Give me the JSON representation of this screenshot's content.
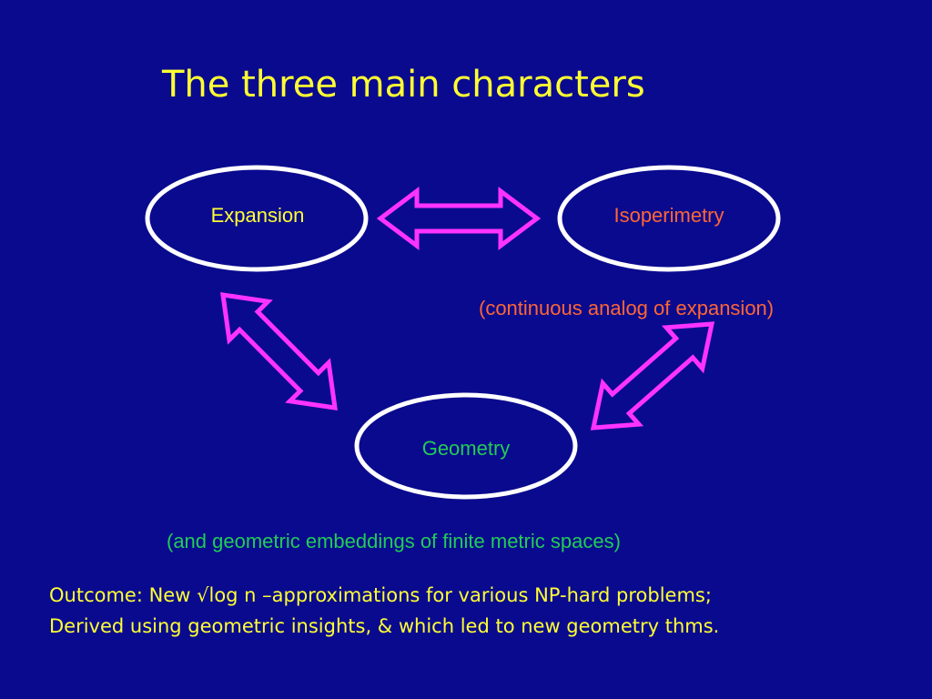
{
  "slide": {
    "title": "The three main characters"
  },
  "nodes": {
    "expansion": {
      "label": "Expansion"
    },
    "isoperimetry": {
      "label": "Isoperimetry"
    },
    "geometry": {
      "label": "Geometry"
    }
  },
  "notes": {
    "isoperimetry": "(continuous analog of expansion)",
    "geometry": "(and geometric embeddings of finite metric spaces)"
  },
  "outcome": {
    "line1_prefix": "Outcome: New",
    "line1_sqrt": "√",
    "line1_suffix": "log n –approximations for various NP-hard problems;",
    "line2": "Derived using geometric insights, & which led to new geometry thms."
  },
  "colors": {
    "background": "#0a0a8f",
    "title": "#ffff33",
    "node_outline": "#ffffff",
    "arrow": "#ff33ff",
    "expansion_label": "#ffff33",
    "isoperimetry_label": "#ff6633",
    "geometry_label": "#22cc55",
    "isoperimetry_note": "#ff6633",
    "geometry_note": "#22cc55",
    "outcome_text": "#ffff33"
  }
}
